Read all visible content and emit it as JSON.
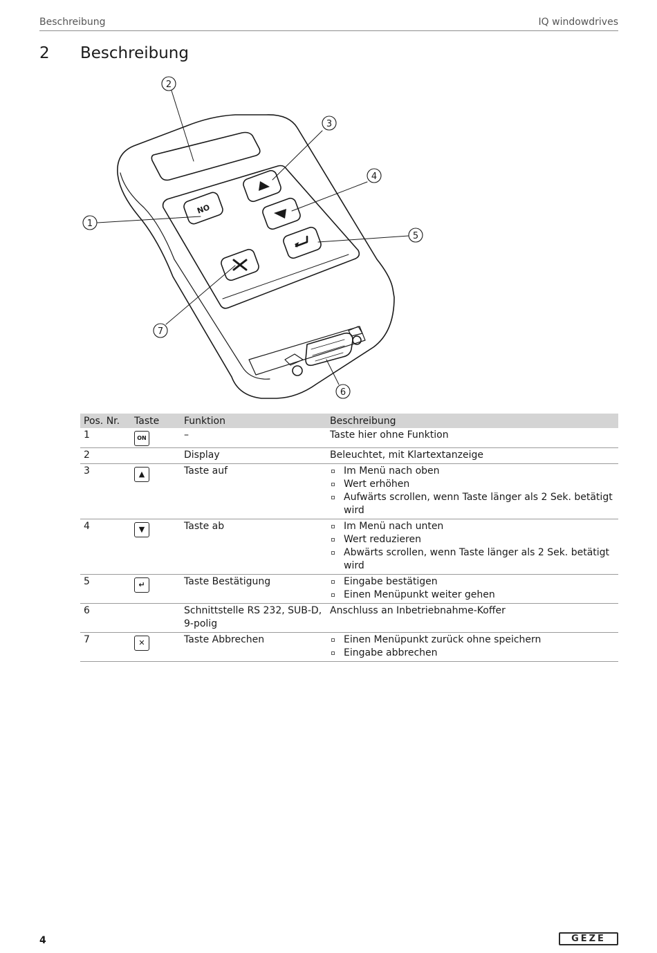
{
  "header": {
    "section": "Beschreibung",
    "product": "IQ windowdrives"
  },
  "chapter": {
    "number": "2",
    "title": "Beschreibung"
  },
  "figure": {
    "callouts": [
      "1",
      "2",
      "3",
      "4",
      "5",
      "6",
      "7"
    ],
    "on_key_label": "ON"
  },
  "table": {
    "headers": [
      "Pos. Nr.",
      "Taste",
      "Funktion",
      "Beschreibung"
    ],
    "rows": [
      {
        "pos": "1",
        "key_icon": "on-key-icon",
        "key_glyph": "ON",
        "function": "–",
        "description": [
          "Taste hier ohne Funktion"
        ]
      },
      {
        "pos": "2",
        "key_icon": "",
        "key_glyph": "",
        "function": "Display",
        "description": [
          "Beleuchtet, mit Klartextanzeige"
        ]
      },
      {
        "pos": "3",
        "key_icon": "arrow-up-key-icon",
        "key_glyph": "▲",
        "function": "Taste auf",
        "description": [
          "Im Menü nach oben",
          "Wert erhöhen",
          "Aufwärts scrollen, wenn Taste länger als 2 Sek. betätigt wird"
        ]
      },
      {
        "pos": "4",
        "key_icon": "arrow-down-key-icon",
        "key_glyph": "▼",
        "function": "Taste ab",
        "description": [
          "Im Menü nach unten",
          "Wert reduzieren",
          "Abwärts scrollen, wenn Taste länger als 2 Sek. betätigt wird"
        ]
      },
      {
        "pos": "5",
        "key_icon": "enter-key-icon",
        "key_glyph": "↵",
        "function": "Taste Bestätigung",
        "description": [
          "Eingabe bestätigen",
          "Einen Menüpunkt weiter gehen"
        ]
      },
      {
        "pos": "6",
        "key_icon": "",
        "key_glyph": "",
        "function": "Schnittstelle RS 232, SUB-D, 9-polig",
        "description": [
          "Anschluss an Inbetriebnahme-Koffer"
        ]
      },
      {
        "pos": "7",
        "key_icon": "cancel-key-icon",
        "key_glyph": "✕",
        "function": "Taste Abbrechen",
        "description": [
          "Einen Menüpunkt zurück ohne speichern",
          "Eingabe abbrechen"
        ]
      }
    ]
  },
  "footer": {
    "page_number": "4",
    "logo_text": "GEZE"
  }
}
